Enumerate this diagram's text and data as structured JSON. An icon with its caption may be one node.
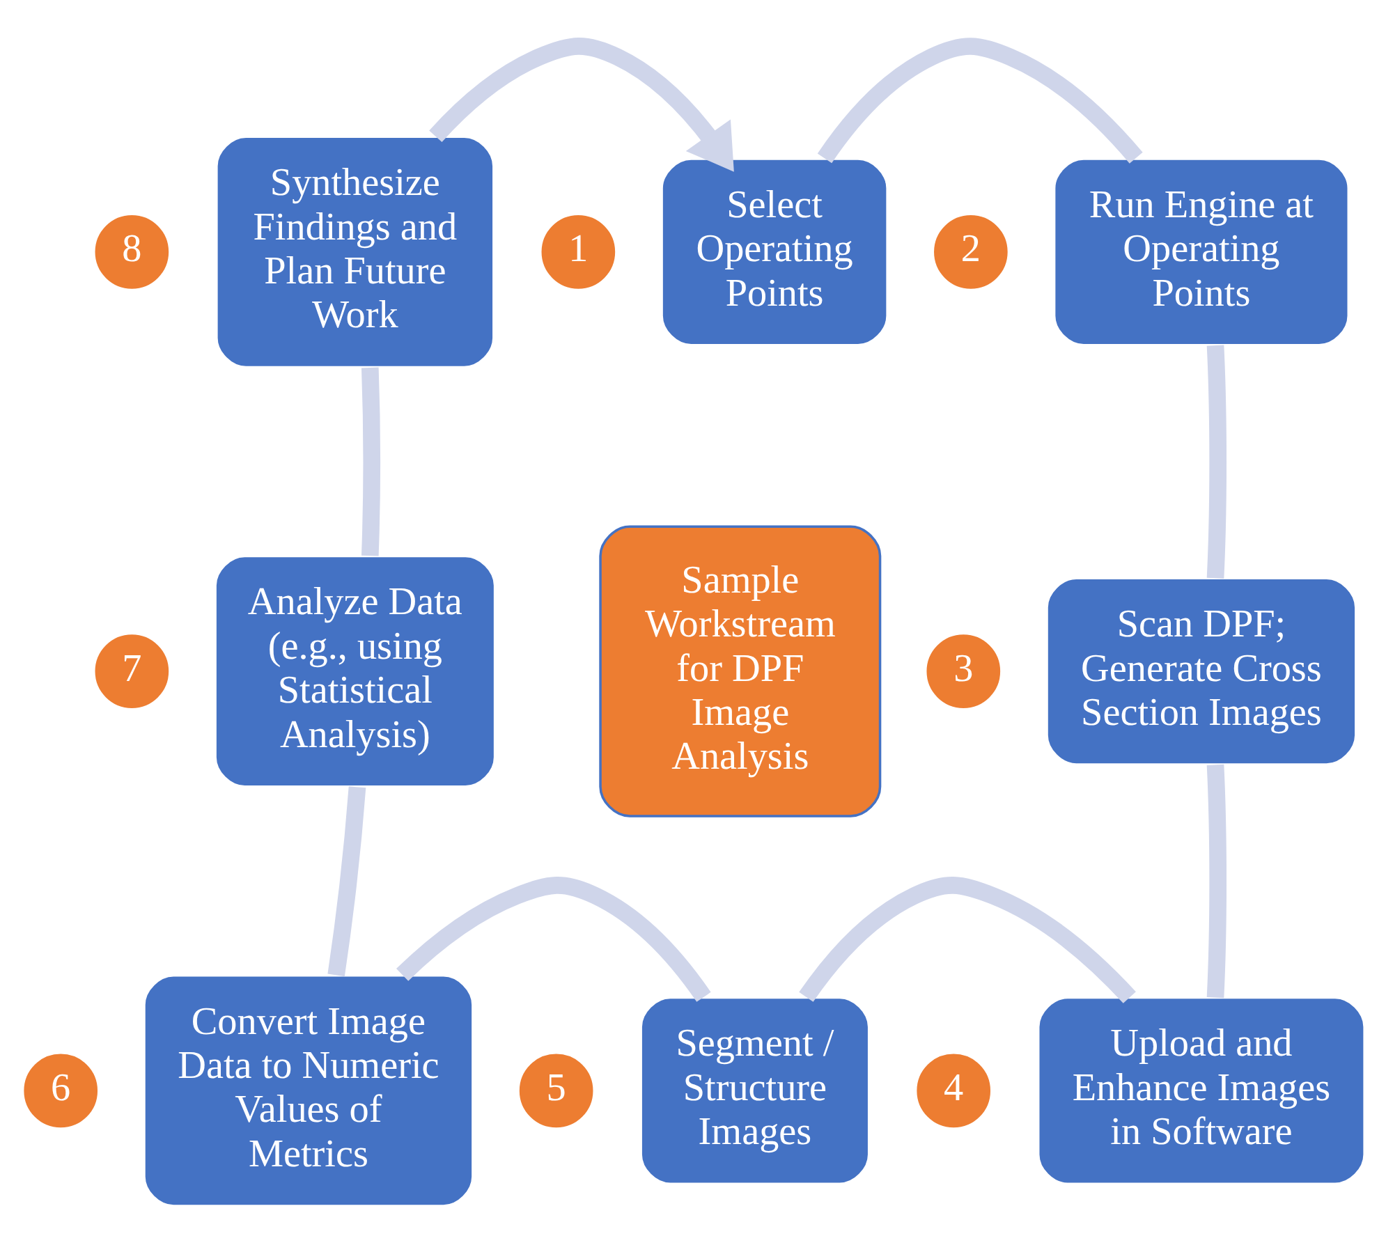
{
  "diagram": {
    "nodes": [
      {
        "text": [
          "1"
        ]
      },
      {
        "text": [
          "Select Operating Points"
        ]
      },
      {
        "text": [
          "2"
        ]
      },
      {
        "text": [
          "Run Engine at Operating Points"
        ]
      },
      {
        "text": [
          "3"
        ]
      },
      {
        "text": [
          "Scan DPF; Generate Cross Section Images"
        ]
      },
      {
        "text": [
          "4"
        ]
      },
      {
        "text": [
          "Upload and Enhance Images in Software"
        ]
      },
      {
        "text": [
          "5"
        ]
      },
      {
        "text": [
          "Segment / Structure Images"
        ]
      },
      {
        "text": [
          "6"
        ]
      },
      {
        "text": [
          "Convert Image Data to Numeric Values of Metrics"
        ]
      },
      {
        "text": [
          "7"
        ]
      },
      {
        "text": [
          "Analyze Data (e.g., using Statistical Analysis)"
        ]
      },
      {
        "text": [
          "8"
        ]
      },
      {
        "text": [
          "Synthesize Findings and Plan Future Work"
        ]
      },
      {
        "text": [
          "Sample Workstream for DPF Image Analysis"
        ]
      }
    ],
    "edges": [
      {
        "from": 1,
        "to": 3,
        "arrow": "none"
      },
      {
        "from": 3,
        "to": 5,
        "arrow": "none"
      },
      {
        "from": 5,
        "to": 7,
        "arrow": "none"
      },
      {
        "from": 7,
        "to": 9,
        "arrow": "none"
      },
      {
        "from": 9,
        "to": 11,
        "arrow": "none"
      },
      {
        "from": 11,
        "to": 13,
        "arrow": "none"
      },
      {
        "from": 13,
        "to": 15,
        "arrow": "none"
      },
      {
        "from": 15,
        "to": 1,
        "arrow": "to"
      }
    ]
  }
}
